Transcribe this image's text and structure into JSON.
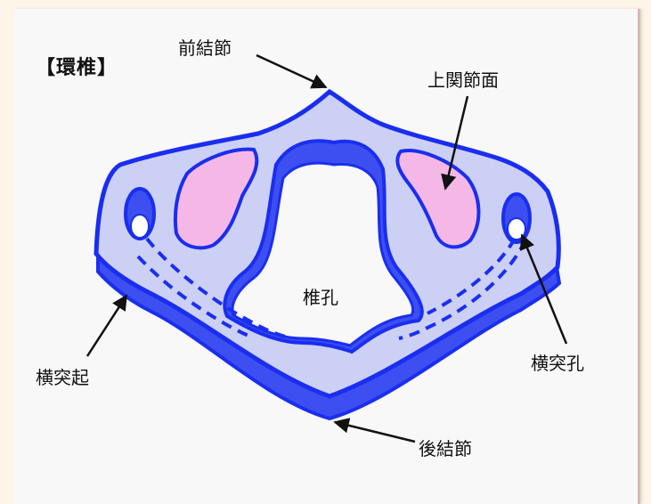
{
  "diagram": {
    "title": "【環椎】",
    "labels": {
      "anterior_tubercle": "前結節",
      "superior_articular_facet": "上関節面",
      "vertebral_foramen": "椎孔",
      "transverse_process": "横突起",
      "transverse_foramen": "横突孔",
      "posterior_tubercle": "後結節"
    },
    "colors": {
      "bone_fill": "#ccd0f4",
      "bone_outline": "#1a2ef0",
      "bone_side": "#3d4ff0",
      "facet_fill": "#f5b8e6",
      "background": "#f8f8f8",
      "page": "#fdf6e8"
    }
  }
}
